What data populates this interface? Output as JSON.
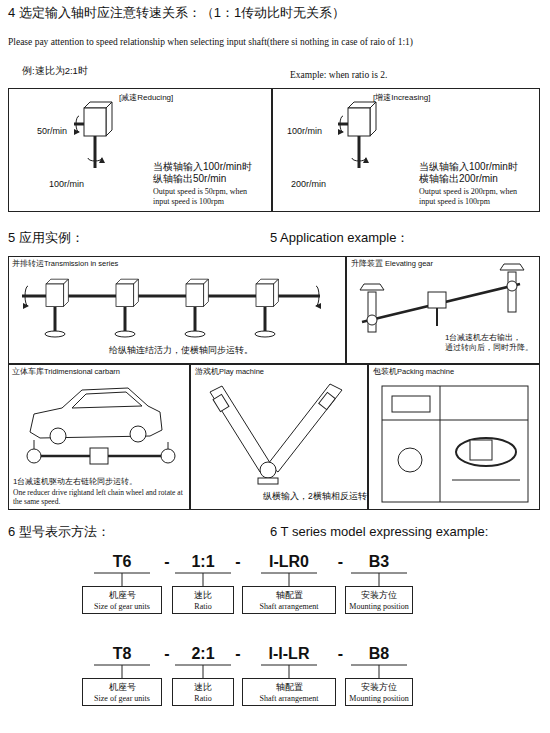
{
  "diagram": {
    "nodes": [
      {
        "text": [
          "[减速Reducing]",
          "50r/min",
          "100r/min",
          "当横轴输入100r/min时 纵轴输出50r/min",
          "Output speed is 50rpm, when input speed is 100rpm"
        ]
      },
      {
        "text": [
          "[增速Increasing]",
          "100r/min",
          "200r/min",
          "当纵轴输入100r/min时 横轴输出200r/min",
          "Output speed is 200rpm, when input speed is 100rpm"
        ]
      },
      {
        "text": [
          "并排转运Transmission in series",
          "给纵轴连结活力，使横轴同步运转。"
        ]
      },
      {
        "text": [
          "升降装置 Elevating gear",
          "1台减速机左右输出， 通过转向后，同时升降。"
        ]
      },
      {
        "text": [
          "立体车库Tridimensional carbarn",
          "1台减速机驱动左右链轮同步运转。",
          "One reducer drive rightand left chain wheel and rotate at the same speed."
        ]
      },
      {
        "text": [
          "游戏机Play machine",
          "纵横输入，2横轴相反运转"
        ]
      },
      {
        "text": [
          "包装机Packing machine"
        ]
      },
      {
        "text": [
          "机座号",
          "Size of gear units"
        ]
      },
      {
        "text": [
          "速比",
          "Ratio"
        ]
      },
      {
        "text": [
          "轴配置",
          "Shaft arrangement"
        ]
      },
      {
        "text": [
          "安装方位",
          "Mounting position"
        ]
      },
      {
        "text": [
          "机座号",
          "Size of gear units"
        ]
      },
      {
        "text": [
          "速比",
          "Ratio"
        ]
      },
      {
        "text": [
          "轴配置",
          "Shaft arrangement"
        ]
      },
      {
        "text": [
          "安装方位",
          "Mounting position"
        ]
      }
    ],
    "labels": [
      "4 选定输入轴时应注意转速关系：（1：1传动比时无关系）",
      "Please pay attention to speed relationship when selecting input shaft(there si nothing in case of raio of 1:1)",
      "例:速比为2:1时",
      "Example: when ratio is 2.",
      "5 应用实例：",
      "5 Application example：",
      "6 型号表示方法：",
      "6 T series model expressing example:",
      "T6",
      "-",
      "1:1",
      "-",
      "I-LR0",
      "-",
      "B3",
      "T8",
      "-",
      "2:1",
      "-",
      "I-I-LR",
      "-",
      "B8"
    ]
  }
}
